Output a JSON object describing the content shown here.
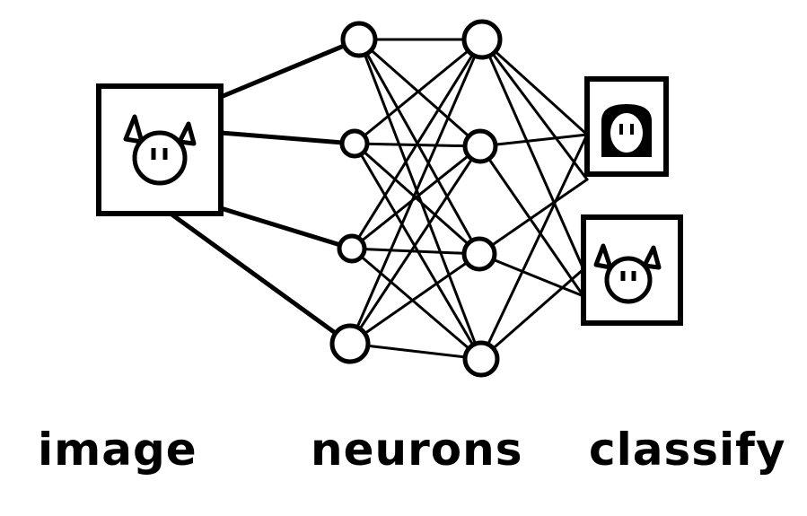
{
  "labels": {
    "input": "image",
    "hidden": "neurons",
    "output": "classify"
  },
  "colors": {
    "ink": "#000000",
    "paper": "#ffffff"
  },
  "icons": {
    "input_image": "cat-face-icon",
    "output_top": "person-face-icon",
    "output_bottom": "cat-face-icon"
  },
  "network": {
    "layers": [
      {
        "name": "input",
        "nodes": 1
      },
      {
        "name": "hidden-1",
        "nodes": 4
      },
      {
        "name": "hidden-2",
        "nodes": 4
      },
      {
        "name": "output",
        "nodes": 2
      }
    ],
    "connectivity": "fully-connected"
  }
}
